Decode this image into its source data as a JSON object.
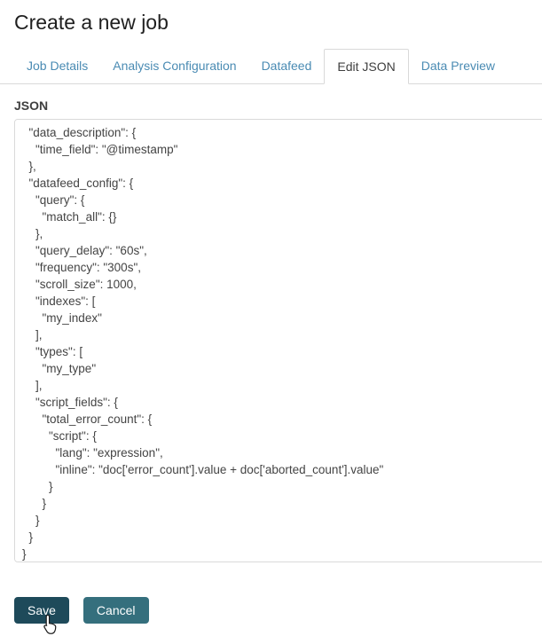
{
  "page": {
    "title": "Create a new job"
  },
  "tabs": [
    {
      "label": "Job Details",
      "active": false
    },
    {
      "label": "Analysis Configuration",
      "active": false
    },
    {
      "label": "Datafeed",
      "active": false
    },
    {
      "label": "Edit JSON",
      "active": true
    },
    {
      "label": "Data Preview",
      "active": false
    }
  ],
  "editor": {
    "label": "JSON",
    "content": "  \"data_description\": {\n    \"time_field\": \"@timestamp\"\n  },\n  \"datafeed_config\": {\n    \"query\": {\n      \"match_all\": {}\n    },\n    \"query_delay\": \"60s\",\n    \"frequency\": \"300s\",\n    \"scroll_size\": 1000,\n    \"indexes\": [\n      \"my_index\"\n    ],\n    \"types\": [\n      \"my_type\"\n    ],\n    \"script_fields\": {\n      \"total_error_count\": {\n        \"script\": {\n          \"lang\": \"expression\",\n          \"inline\": \"doc['error_count'].value + doc['aborted_count'].value\"\n        }\n      }\n    }\n  }\n}"
  },
  "actions": {
    "save_label": "Save",
    "cancel_label": "Cancel"
  },
  "colors": {
    "tab_link": "#4A8BB3",
    "active_tab_text": "#3F3F3F",
    "border": "#D9D9D9",
    "save_button_bg": "#1E4A5A",
    "cancel_button_bg": "#356F7D"
  },
  "cursor": {
    "icon": "pointer-hand-cursor"
  }
}
